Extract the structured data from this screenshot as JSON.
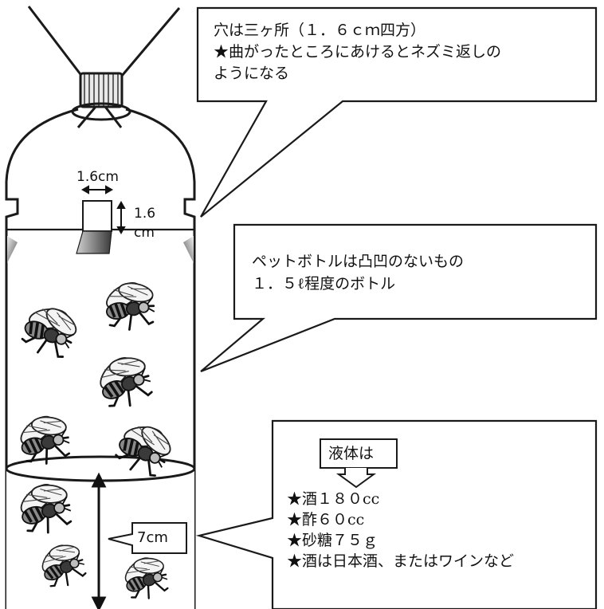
{
  "diagram": {
    "hole_note": {
      "line1": "穴は三ヶ所（１．６ｃｍ四方）",
      "line2": "★曲がったところにあけるとネズミ返しの",
      "line3": "ようになる"
    },
    "bottle_note": {
      "line1": "ペットボトルは凸凹のないもの",
      "line2": "１．５ℓ程度のボトル"
    },
    "liquid_note": {
      "header": "液体は",
      "items": [
        "★酒１８０cc",
        "★酢６０cc",
        "★砂糖７５ｇ",
        "★酒は日本酒、またはワインなど"
      ]
    },
    "hole_width_label": "1.6cm",
    "hole_height_label_1": "1.6",
    "hole_height_label_2": "cm",
    "liquid_depth_label": "7cm"
  },
  "colors": {
    "stroke": "#1a1a1a",
    "liquid": "#ffffff",
    "hole_shadow": "#555555"
  }
}
